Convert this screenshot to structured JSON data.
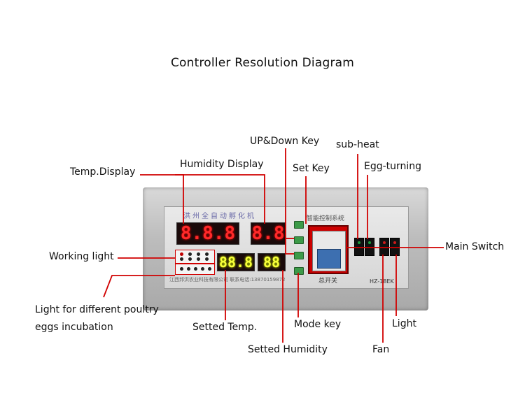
{
  "title": "Controller Resolution Diagram",
  "panel": {
    "title": "洪州全自动孵化机",
    "subtitle": "智能控制系统",
    "footer": "江西邦洪农业科技有限公司 联系电话:13870159872",
    "switch_caption": "总开关",
    "model": "HZ-18EK",
    "temp_reading": "8.8.8",
    "humidity_reading": "8.8",
    "set_temp_reading": "88.8",
    "set_humidity_reading": "88"
  },
  "labels": {
    "temp_display": "Temp.Display",
    "humidity_display": "Humidity Display",
    "up_down_key": "UP&Down Key",
    "set_key": "Set Key",
    "sub_heat": "sub-heat",
    "egg_turning": "Egg-turning",
    "main_switch": "Main Switch",
    "working_light": "Working light",
    "poultry_light_line1": "Light for different poultry",
    "poultry_light_line2": "eggs incubation",
    "setted_temp": "Setted Temp.",
    "mode_key": "Mode key",
    "light": "Light",
    "setted_humidity": "Setted Humidity",
    "fan": "Fan"
  },
  "colors": {
    "callout_line": "#d10000",
    "led_red": "#ff2a2a",
    "led_yellow": "#f7ff3a",
    "key_green": "#3c9a48"
  }
}
